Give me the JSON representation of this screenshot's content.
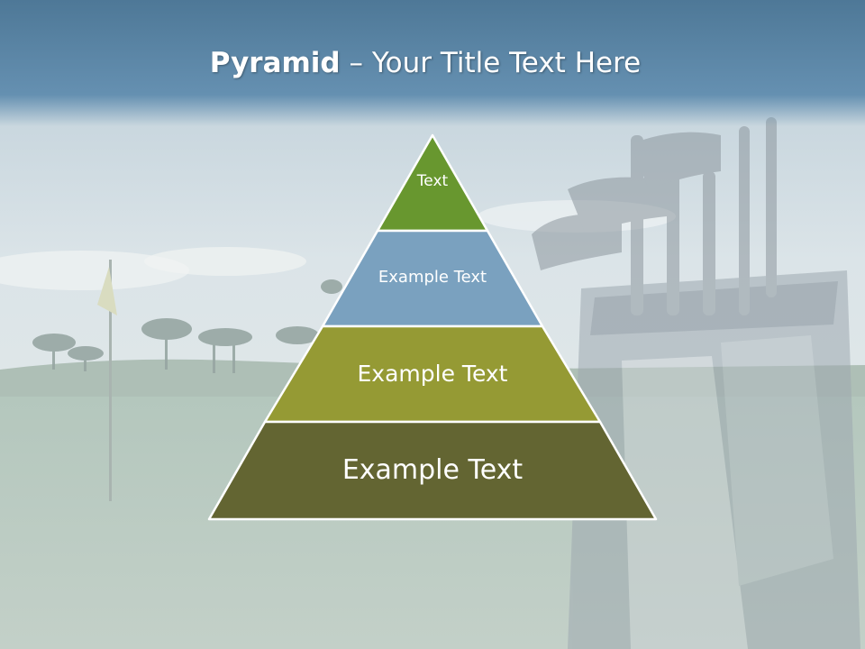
{
  "slide": {
    "title_bold": "Pyramid",
    "title_rest": " – Your Title Text Here"
  },
  "pyramid": {
    "tiers": [
      {
        "label": "Text",
        "color": "#68972f"
      },
      {
        "label": "Example Text",
        "color": "#7aa1bf"
      },
      {
        "label": "Example Text",
        "color": "#959a34"
      },
      {
        "label": "Example Text",
        "color": "#636532"
      }
    ]
  },
  "colors": {
    "title_bar": "#5b86a8",
    "sky": "#dde6ea",
    "grass": "#bcccc2",
    "tier_border": "#ffffff"
  }
}
